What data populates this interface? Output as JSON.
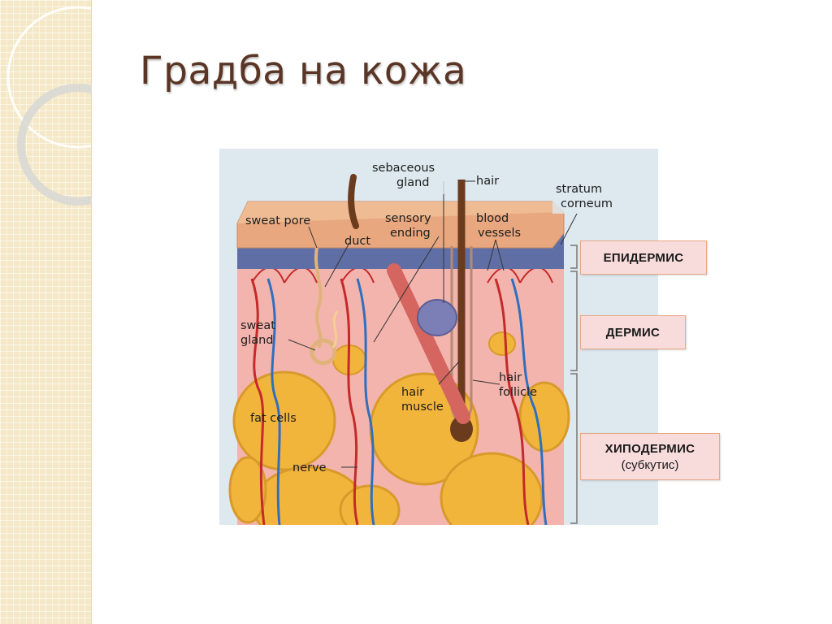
{
  "slide": {
    "title": "Градба на кожа"
  },
  "figure": {
    "labels": {
      "sebaceous_gland": [
        "sebaceous",
        "gland"
      ],
      "hair": "hair",
      "stratum_corneum": [
        "stratum",
        "corneum"
      ],
      "sweat_pore": "sweat pore",
      "sensory_ending": [
        "sensory",
        "ending"
      ],
      "blood_vessels": [
        "blood",
        "vessels"
      ],
      "duct": "duct",
      "sweat_gland": [
        "sweat",
        "gland"
      ],
      "hair_muscle": [
        "hair",
        "muscle"
      ],
      "hair_follicle": [
        "hair",
        "follicle"
      ],
      "fat_cells": "fat cells",
      "nerve": "nerve"
    },
    "colors": {
      "background": "#dde8ef",
      "stratum": "#e8a77e",
      "epidermis_band": "#5f6fa6",
      "dermis": "#f3b4ad",
      "fat": "#f2b53c",
      "fat_edge": "#d89a2a",
      "artery": "#c42a2a",
      "vein": "#2f6fc0",
      "hair": "#6b3b1e"
    }
  },
  "layers": [
    {
      "main": "ЕПИДЕРМИС",
      "sub": ""
    },
    {
      "main": "ДЕРМИС",
      "sub": ""
    },
    {
      "main": "ХИПОДЕРМИС",
      "sub": "(субкутис)"
    }
  ]
}
